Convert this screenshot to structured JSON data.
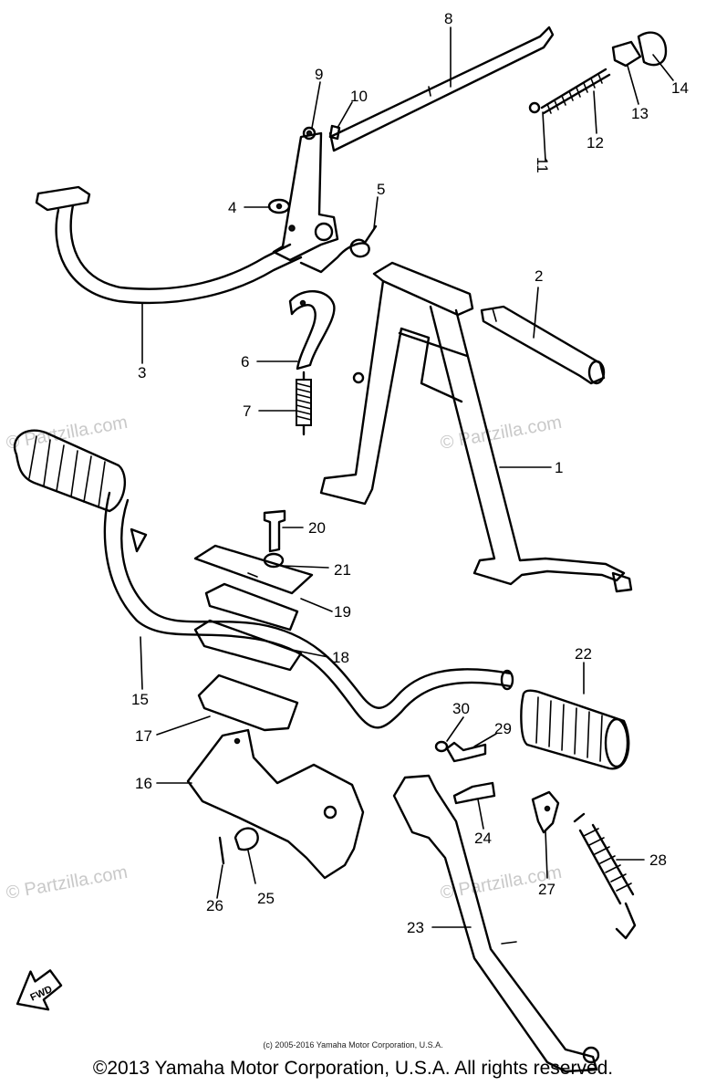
{
  "labels": [
    "1",
    "2",
    "3",
    "4",
    "5",
    "6",
    "7",
    "8",
    "9",
    "10",
    "11",
    "12",
    "13",
    "14",
    "15",
    "16",
    "17",
    "18",
    "19",
    "20",
    "21",
    "22",
    "23",
    "24",
    "25",
    "26",
    "27",
    "28",
    "29",
    "30"
  ],
  "watermarks": [
    "© Partzilla.com",
    "© Partzilla.com",
    "© Partzilla.com",
    "© Partzilla.com"
  ],
  "fwd_label": "FWD",
  "small_copyright": "(c) 2005-2016 Yamaha Motor Corporation, U.S.A.",
  "footer_copyright": "©2013 Yamaha Motor Corporation, U.S.A. All rights reserved."
}
